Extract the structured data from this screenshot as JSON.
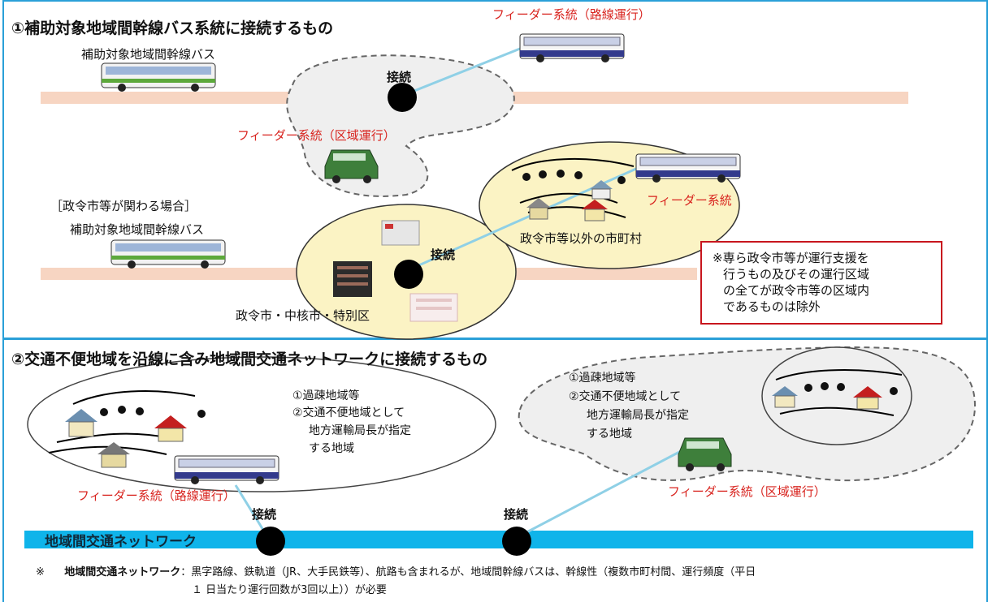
{
  "section1": {
    "heading": "①補助対象地域間幹線バス系統に接続するもの",
    "feeder_route_label": "フィーダー系統（路線運行）",
    "trunk_bus_label": "補助対象地域間幹線バス",
    "connection_label": "接続",
    "feeder_area_label": "フィーダー系統（区域運行）",
    "designated_case_label": "［政令市等が関わる場合］",
    "trunk_bus_label_2": "補助対象地域間幹線バス",
    "connection_label_2": "接続",
    "feeder_label": "フィーダー系統",
    "other_municipality_label": "政令市等以外の市町村",
    "designated_city_label": "政令市・中核市・特別区",
    "note_lines": [
      "※専ら政令市等が運行支援を",
      "行うもの及びその運行区域",
      "の全てが政令市等の区域内",
      "であるものは除外"
    ]
  },
  "section2": {
    "heading": "②交通不便地域を沿線に含み地域間交通ネットワークに接続するもの",
    "left_area_lines": [
      "①過疎地域等",
      "②交通不便地域として",
      "地方運輸局長が指定",
      "する地域"
    ],
    "right_area_lines": [
      "①過疎地域等",
      "②交通不便地域として",
      "地方運輸局長が指定",
      "する地域"
    ],
    "feeder_route_label": "フィーダー系統（路線運行）",
    "feeder_area_label": "フィーダー系統（区域運行）",
    "connection_label_left": "接続",
    "connection_label_right": "接続",
    "network_label": "地域間交通ネットワーク",
    "footnote_mark": "※",
    "footnote_term": "地域間交通ネットワーク",
    "footnote_text_1": "：黒字路線、鉄軌道（JR、大手民鉄等）、航路も含まれるが、地域間幹線バスは、幹線性（複数市町村間、運行頻度（平日",
    "footnote_text_2": "１ 日当たり運行回数が3回以上））が必要"
  },
  "colors": {
    "frame": "#2aa0d8",
    "feeder_text": "#d8231e",
    "note_border": "#c8161d",
    "road": "#f7d5c2",
    "network": "#0fb4ea",
    "city_area": "#fbf3c4",
    "dashed_area": "#efefef",
    "link_line": "#8fd0e6"
  },
  "icons": [
    "bus-icon",
    "van-icon",
    "house-icon",
    "tree-icon",
    "office-building-icon",
    "hospital-icon",
    "warehouse-icon"
  ]
}
